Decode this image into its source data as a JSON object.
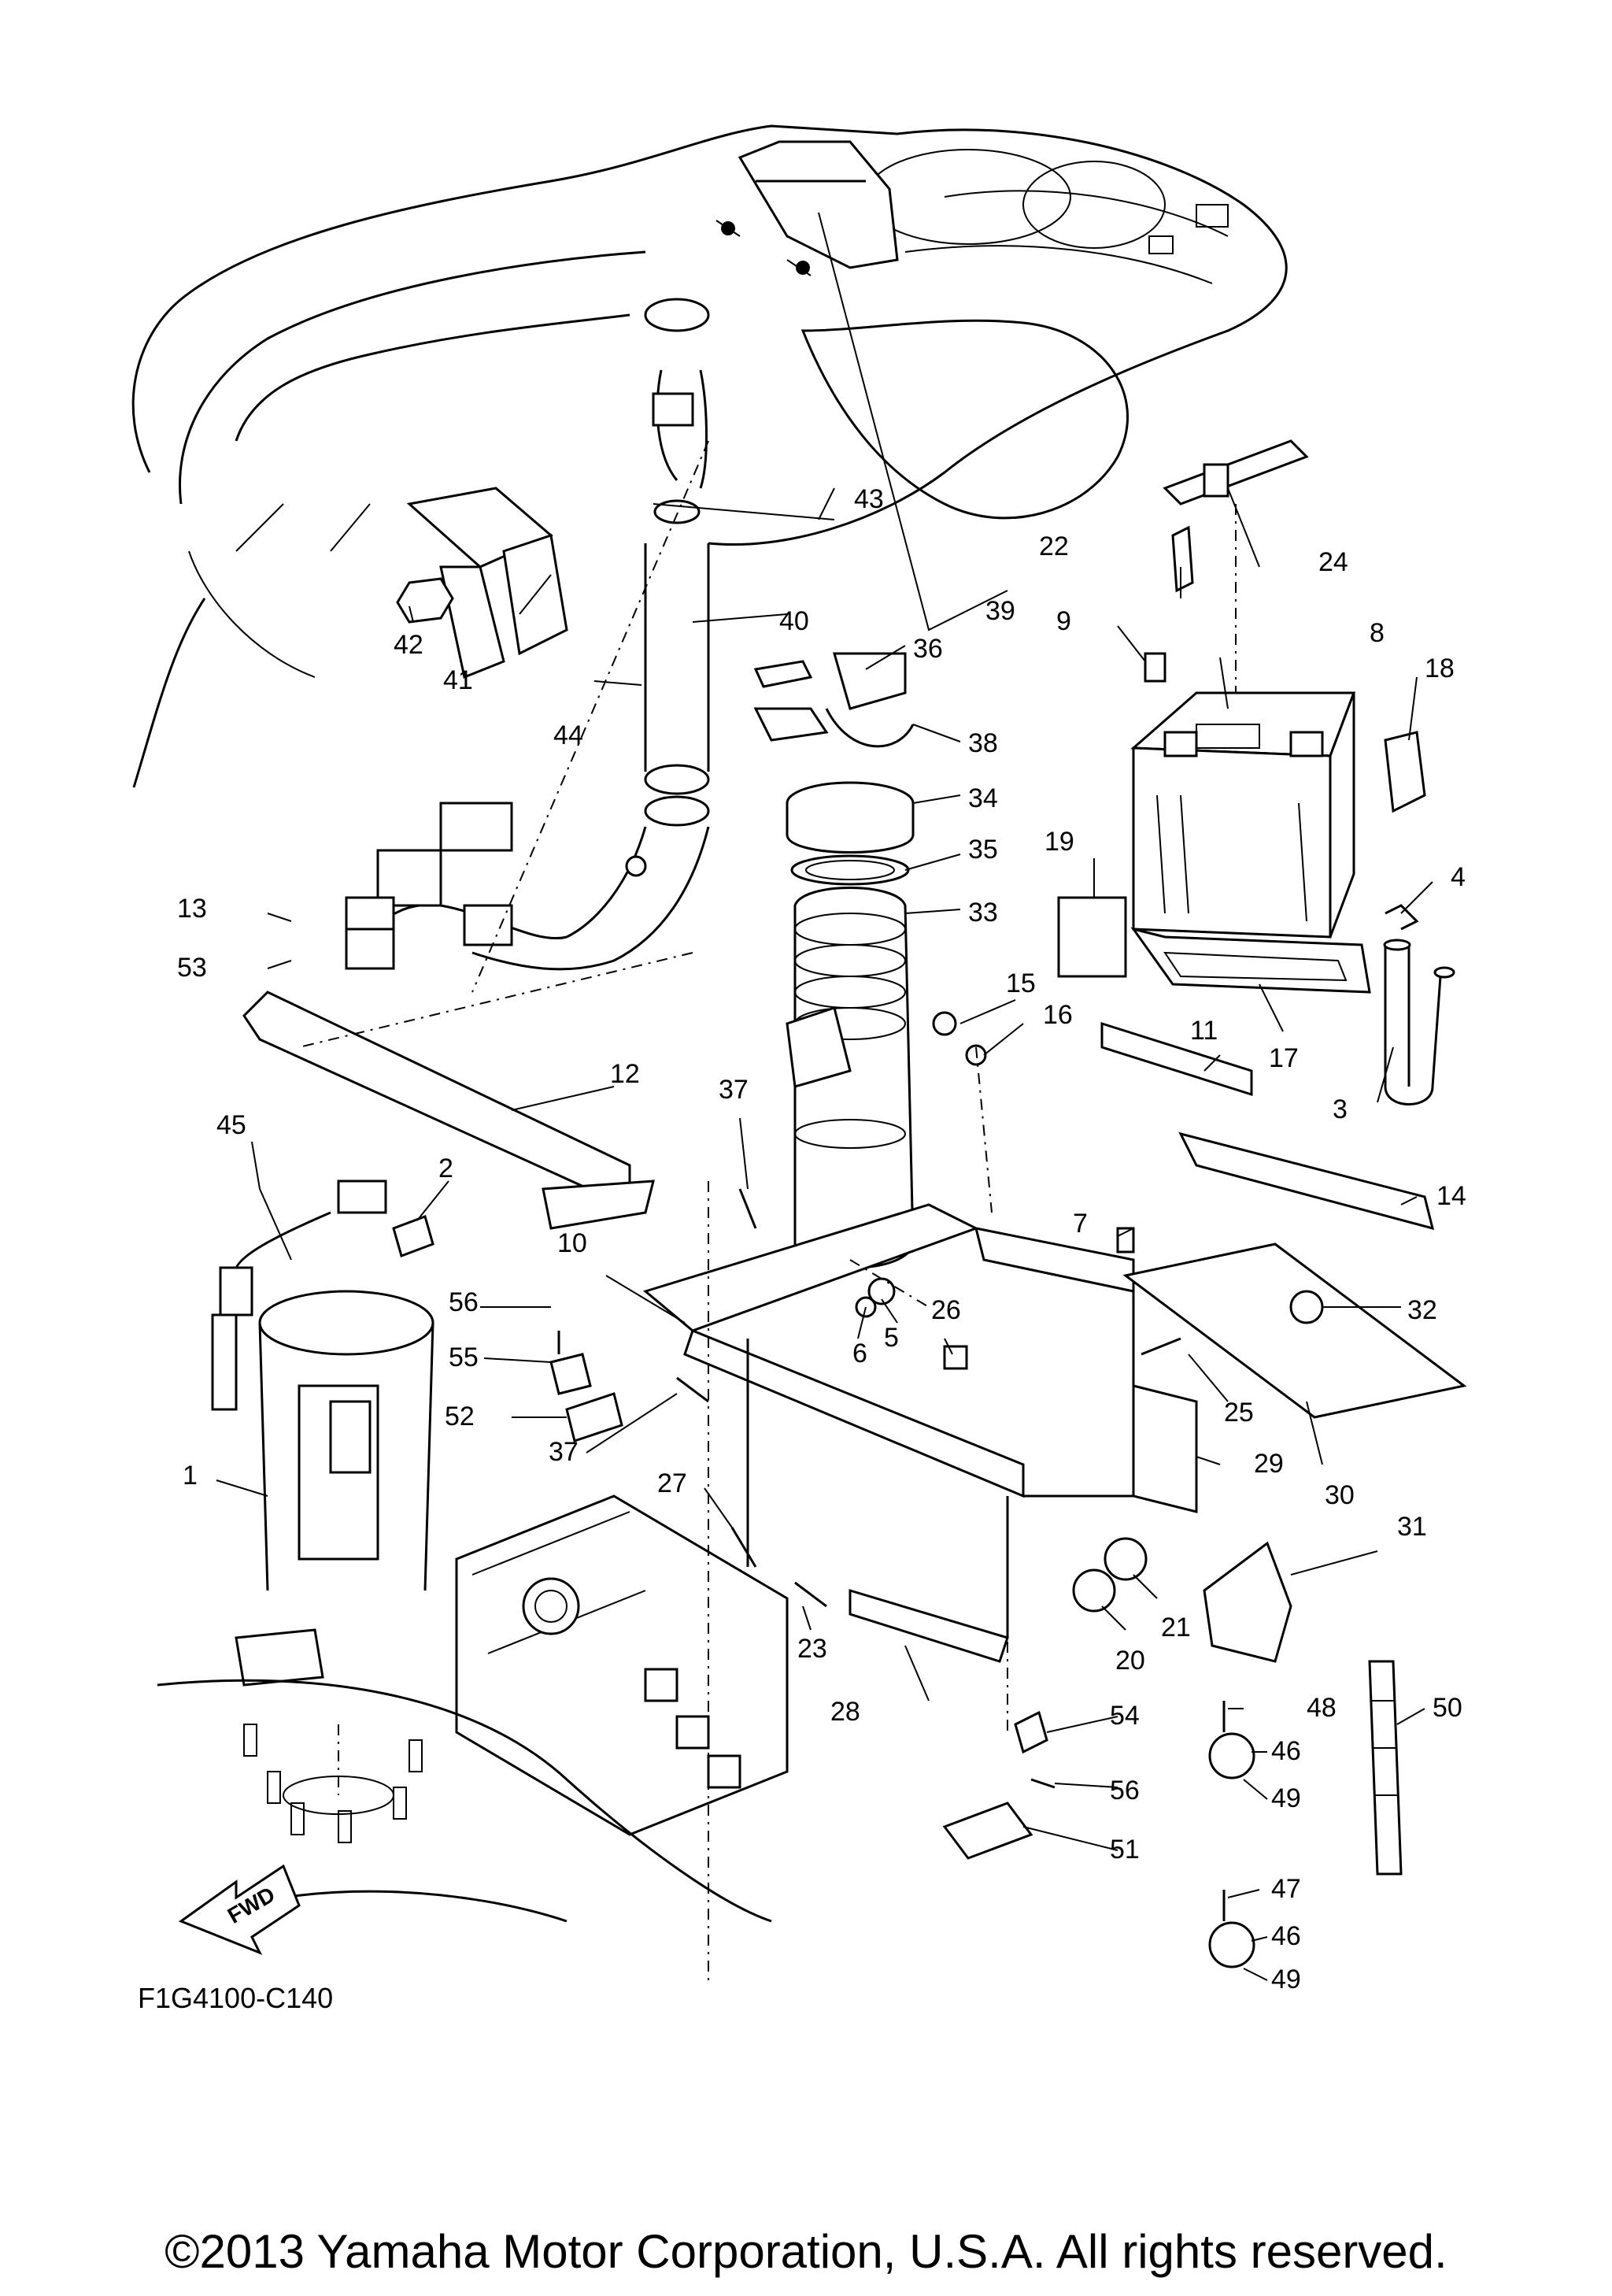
{
  "diagram_code": "F1G4100-C140",
  "copyright": "©2013 Yamaha Motor Corporation, U.S.A. All rights reserved.",
  "fwd_arrow": "FWD",
  "callouts": [
    {
      "id": "1",
      "label": "1"
    },
    {
      "id": "2",
      "label": "2"
    },
    {
      "id": "3",
      "label": "3"
    },
    {
      "id": "4",
      "label": "4"
    },
    {
      "id": "5",
      "label": "5"
    },
    {
      "id": "6",
      "label": "6"
    },
    {
      "id": "7",
      "label": "7"
    },
    {
      "id": "8",
      "label": "8"
    },
    {
      "id": "9",
      "label": "9"
    },
    {
      "id": "10",
      "label": "10"
    },
    {
      "id": "11",
      "label": "11"
    },
    {
      "id": "12",
      "label": "12"
    },
    {
      "id": "13",
      "label": "13"
    },
    {
      "id": "14",
      "label": "14"
    },
    {
      "id": "15",
      "label": "15"
    },
    {
      "id": "16",
      "label": "16"
    },
    {
      "id": "17",
      "label": "17"
    },
    {
      "id": "18",
      "label": "18"
    },
    {
      "id": "19",
      "label": "19"
    },
    {
      "id": "20",
      "label": "20"
    },
    {
      "id": "21",
      "label": "21"
    },
    {
      "id": "22",
      "label": "22"
    },
    {
      "id": "23",
      "label": "23"
    },
    {
      "id": "24",
      "label": "24"
    },
    {
      "id": "25",
      "label": "25"
    },
    {
      "id": "26",
      "label": "26"
    },
    {
      "id": "27",
      "label": "27"
    },
    {
      "id": "28",
      "label": "28"
    },
    {
      "id": "29",
      "label": "29"
    },
    {
      "id": "30",
      "label": "30"
    },
    {
      "id": "31",
      "label": "31"
    },
    {
      "id": "32",
      "label": "32"
    },
    {
      "id": "33",
      "label": "33"
    },
    {
      "id": "34",
      "label": "34"
    },
    {
      "id": "35",
      "label": "35"
    },
    {
      "id": "36",
      "label": "36"
    },
    {
      "id": "37a",
      "label": "37"
    },
    {
      "id": "37b",
      "label": "37"
    },
    {
      "id": "38",
      "label": "38"
    },
    {
      "id": "39",
      "label": "39"
    },
    {
      "id": "40",
      "label": "40"
    },
    {
      "id": "41",
      "label": "41"
    },
    {
      "id": "42",
      "label": "42"
    },
    {
      "id": "43",
      "label": "43"
    },
    {
      "id": "44",
      "label": "44"
    },
    {
      "id": "45",
      "label": "45"
    },
    {
      "id": "46a",
      "label": "46"
    },
    {
      "id": "46b",
      "label": "46"
    },
    {
      "id": "47",
      "label": "47"
    },
    {
      "id": "48",
      "label": "48"
    },
    {
      "id": "49a",
      "label": "49"
    },
    {
      "id": "49b",
      "label": "49"
    },
    {
      "id": "50",
      "label": "50"
    },
    {
      "id": "51",
      "label": "51"
    },
    {
      "id": "52",
      "label": "52"
    },
    {
      "id": "53",
      "label": "53"
    },
    {
      "id": "54",
      "label": "54"
    },
    {
      "id": "55",
      "label": "55"
    },
    {
      "id": "56a",
      "label": "56"
    },
    {
      "id": "56b",
      "label": "56"
    }
  ]
}
